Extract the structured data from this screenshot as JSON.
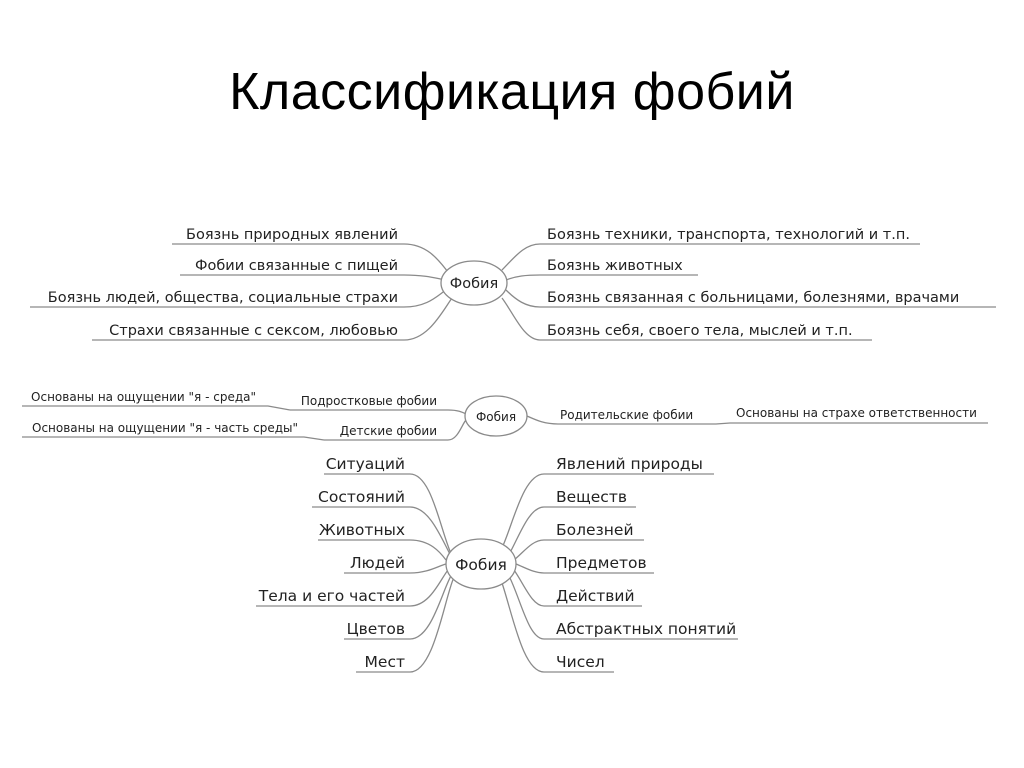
{
  "title": "Классификация фобий",
  "map1": {
    "center": "Фобия",
    "left": [
      "Боязнь природных явлений",
      "Фобии связанные с пищей",
      "Боязнь людей, общества, социальные страхи",
      "Страхи связанные с сексом, любовью"
    ],
    "right": [
      "Боязнь техники, транспорта, технологий и т.п.",
      "Боязнь животных",
      "Боязнь связанная с больницами, болезнями, врачами",
      "Боязнь себя, своего тела, мыслей и т.п."
    ]
  },
  "map2": {
    "center": "Фобия",
    "left_inner": [
      "Подростковые фобии",
      "Детские фобии"
    ],
    "left_outer": [
      "Основаны на ощущении \"я - среда\"",
      "Основаны на ощущении \"я - часть среды\""
    ],
    "right_inner": "Родительские фобии",
    "right_outer": "Основаны на страхе ответственности"
  },
  "map3": {
    "center": "Фобия",
    "left": [
      "Ситуаций",
      "Состояний",
      "Животных",
      "Людей",
      "Тела и его частей",
      "Цветов",
      "Мест"
    ],
    "right": [
      "Явлений природы",
      "Веществ",
      "Болезней",
      "Предметов",
      "Действий",
      "Абстрактных понятий",
      "Чисел"
    ]
  }
}
